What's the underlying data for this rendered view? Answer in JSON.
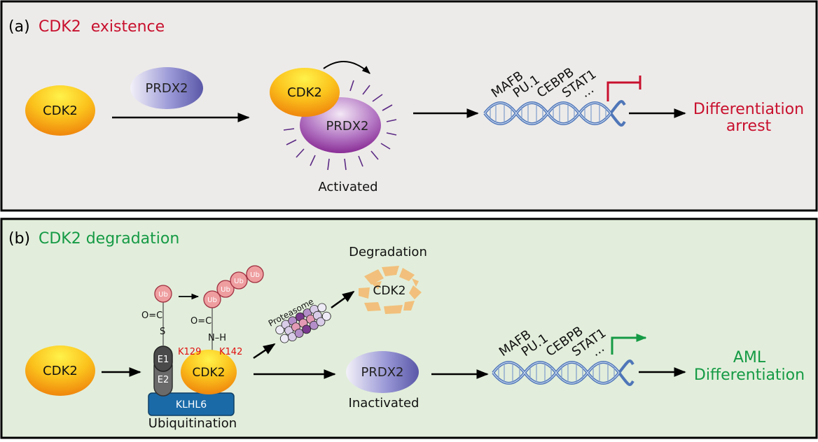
{
  "panel_a": {
    "letter": "(a)",
    "title": "CDK2  existence",
    "cdk2": "CDK2",
    "prdx2": "PRDX2",
    "complex_cdk2": "CDK2",
    "complex_prdx2": "PRDX2",
    "activated": "Activated",
    "genes": [
      "MAFB",
      "PU.1",
      "CEBPB",
      "STAT1",
      "..."
    ],
    "outcome_line1": "Differentiation",
    "outcome_line2": "arrest"
  },
  "panel_b": {
    "letter": "(b)",
    "title": "CDK2 degradation",
    "cdk2": "CDK2",
    "e1": "E1",
    "e2": "E2",
    "klhl6": "KLHL6",
    "bound_cdk2": "CDK2",
    "k129": "K129",
    "k142": "K142",
    "ub": "Ub",
    "thioester_c": "O=C",
    "thioester_s": "S",
    "isopeptide_c": "O=C",
    "isopeptide_nh": "N–H",
    "ubiquitination": "Ubiquitination",
    "proteasome": "Proteasome",
    "degradation": "Degradation",
    "degraded_cdk2": "CDK2",
    "prdx2": "PRDX2",
    "inactivated": "Inactivated",
    "genes": [
      "MAFB",
      "PU.1",
      "CEBPB",
      "STAT1",
      "..."
    ],
    "outcome_line1": "AML",
    "outcome_line2": "Differentiation"
  },
  "colors": {
    "panel_a_bg": "#edebe9",
    "panel_b_bg": "#e2eedb",
    "red_accent": "#c8102e",
    "green_accent": "#159a45",
    "cdk2_gold": "#f5a21a",
    "prdx2_blue": "#6a6ab8",
    "prdx2_purple": "#9a3aa0",
    "dna_blue": "#4f76b8",
    "ub_pink": "#ef9ea0",
    "klhl6_blue": "#1a6aa8"
  }
}
